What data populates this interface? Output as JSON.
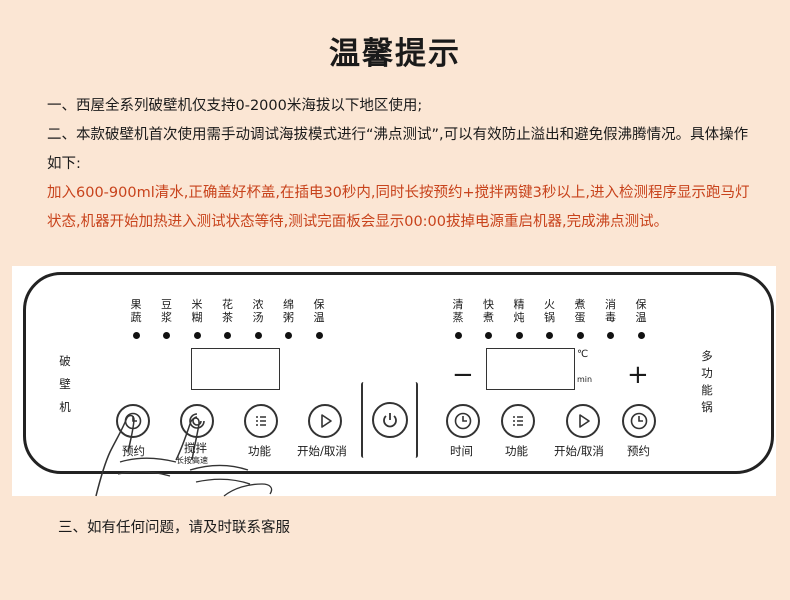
{
  "title": "温馨提示",
  "notes": {
    "line1": "一、西屋全系列破壁机仅支持0-2000米海拔以下地区使用;",
    "line2": "二、本款破壁机首次使用需手动调试海拔模式进行“沸点测试”,可以有效防止溢出和避免假沸腾情况。具体操作如下:",
    "line3": "加入600-900ml清水,正确盖好杯盖,在插电30秒内,同时长按预约+搅拌两键3秒以上,进入检测程序显示跑马灯状态,机器开始加热进入测试状态等待,测试完面板会显示00:00拔掉电源重启机器,完成沸点测试。",
    "line4": "三、如有任何问题，请及时联系客服"
  },
  "colors": {
    "background": "#fbe6d4",
    "highlight": "#c8431c"
  },
  "panel": {
    "left_title": "破壁机",
    "right_title": "多功能锅",
    "left_modes": [
      "果蔬",
      "豆浆",
      "米糊",
      "花茶",
      "浓汤",
      "绵粥",
      "保温"
    ],
    "right_modes": [
      "清蒸",
      "快煮",
      "精炖",
      "火锅",
      "煮蛋",
      "消毒",
      "保温"
    ],
    "left_buttons": {
      "reserve": "预约",
      "stir": "搅拌",
      "stir_sub": "长按高速",
      "function": "功能",
      "start": "开始/取消"
    },
    "right_buttons": {
      "time": "时间",
      "function": "功能",
      "start": "开始/取消",
      "reserve": "预约"
    },
    "display": {
      "celsius": "℃",
      "min": "min"
    },
    "minus": "−",
    "plus": "+",
    "icons": [
      "clock-icon",
      "swirl-icon",
      "menu-icon",
      "play-icon",
      "power-icon",
      "clock-icon",
      "menu-icon",
      "play-icon",
      "clock-icon"
    ]
  }
}
